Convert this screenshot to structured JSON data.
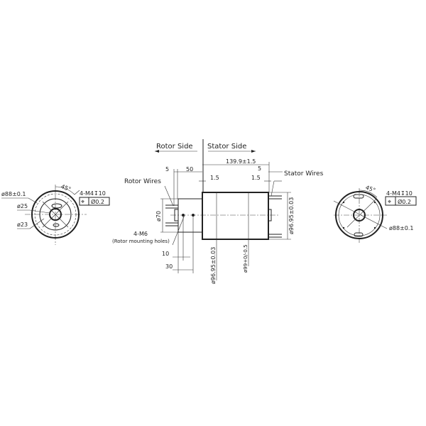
{
  "labels": {
    "rotor_side": "Rotor Side",
    "stator_side": "Stator Side",
    "rotor_wires": "Rotor Wires",
    "stator_wires": "Stator Wires",
    "rotor_holes": "4-M6",
    "rotor_holes_note": "(Rotor mounting holes)"
  },
  "left_view": {
    "angle": "45°",
    "thread": "4-M4↧10",
    "position_symbol": "⌖",
    "tolerance": "Ø0.2",
    "dia_outer": "ø88±0.1",
    "dia_25": "ø25",
    "dia_23": "ø23"
  },
  "right_view": {
    "angle": "45°",
    "thread": "4-M4↧10",
    "position_symbol": "⌖",
    "tolerance": "Ø0.2",
    "dia_outer": "ø88±0.1"
  },
  "side_view": {
    "dim_5_left": "5",
    "dim_50": "50",
    "dim_length": "139.9±1.5",
    "dim_5_right": "5",
    "dim_1_5_left": "1.5",
    "dim_1_5_right": "1.5",
    "dim_70": "ø70",
    "dim_10": "10",
    "dim_30": "30",
    "dim_body": "ø96.95±0.03",
    "dim_99": "ø99+0/-0.5",
    "dim_right": "ø96.95±0.03"
  }
}
